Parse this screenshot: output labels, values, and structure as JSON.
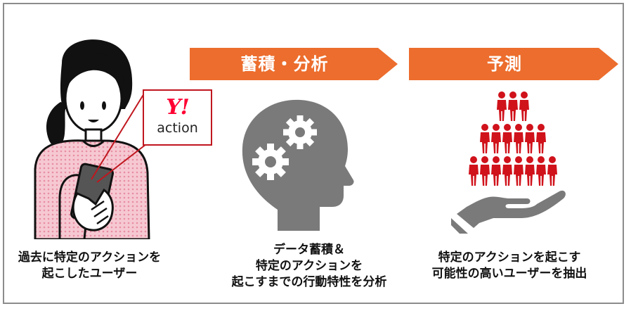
{
  "colors": {
    "arrow": "#ec6d2d",
    "people": "#d0121b",
    "gray_icon": "#7a7a7a",
    "frame": "#8c8c8c",
    "logo_red": "#ff0033"
  },
  "steps": [
    {
      "label": "蓄積・分析"
    },
    {
      "label": "予測"
    }
  ],
  "logo": {
    "brand": "Y!",
    "sub": "action"
  },
  "captions": {
    "user": [
      "過去に特定のアクションを",
      "起こしたユーザー"
    ],
    "analysis": [
      "データ蓄積＆",
      "特定のアクションを",
      "起こすまでの行動特性を分析"
    ],
    "prediction": [
      "特定のアクションを起こす",
      "可能性の高いユーザーを抽出"
    ]
  },
  "icons": {
    "user": "woman-with-smartphone-icon",
    "analysis": "head-with-gears-icon",
    "prediction": "hand-holding-people-pyramid-icon"
  }
}
